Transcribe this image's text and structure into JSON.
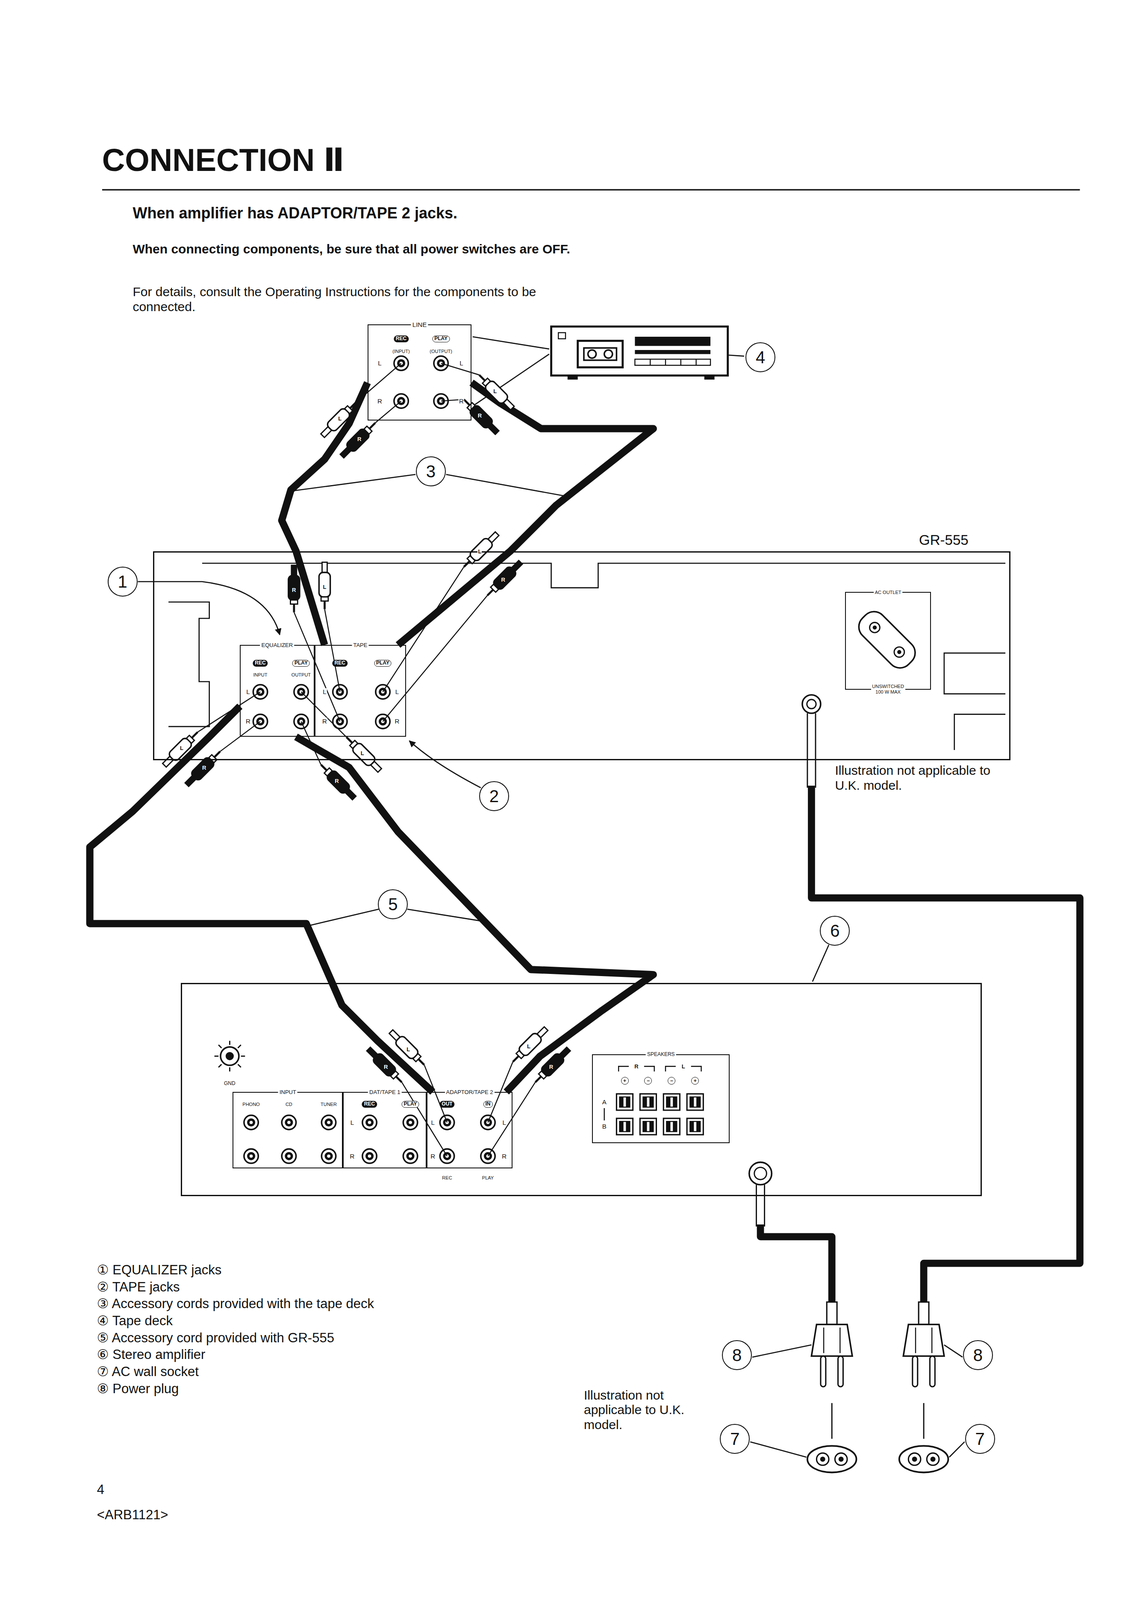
{
  "diagram": {
    "title": "CONNECTION Ⅱ",
    "nodes": [
      {
        "text": [
          "LINE"
        ]
      },
      {
        "text": [
          "GR-555"
        ]
      },
      {
        "text": [
          "EQUALIZER"
        ],
        "in": 1
      },
      {
        "text": [
          "TAPE"
        ],
        "in": 1
      },
      {
        "text": [
          "AC OUTLET",
          "UNSWITCHED 100 W MAX"
        ],
        "in": 1
      },
      {
        "text": [
          "GND"
        ]
      },
      {
        "text": [
          "INPUT"
        ],
        "in": 5
      },
      {
        "text": [
          "DAT/TAPE 1"
        ],
        "in": 5
      },
      {
        "text": [
          "ADAPTOR/TAPE 2"
        ],
        "in": 5
      },
      {
        "text": [
          "SPEAKERS"
        ],
        "in": 5
      }
    ],
    "edges": [
      {
        "from": 0,
        "to": 3,
        "arrow": "none"
      },
      {
        "from": 0,
        "to": 3,
        "arrow": "none"
      },
      {
        "from": 2,
        "to": 8,
        "arrow": "none"
      },
      {
        "from": 2,
        "to": 8,
        "arrow": "none"
      }
    ],
    "labels": [
      "When amplifier has ADAPTOR/TAPE 2 jacks.",
      "When connecting components, be sure that all power switches are OFF.",
      "For details, consult the Operating Instructions for the components to be connected.",
      "REC",
      "PLAY",
      "(INPUT)",
      "(OUTPUT)",
      "L",
      "R",
      "L",
      "R",
      "4",
      "3",
      "L",
      "R",
      "L",
      "R",
      "R",
      "L",
      "L",
      "R",
      "1",
      "REC",
      "PLAY",
      "INPUT",
      "OUTPUT",
      "L",
      "R",
      "REC",
      "PLAY",
      "L",
      "R",
      "L",
      "R",
      "Illustration not applicable to U.K. model.",
      "2",
      "L",
      "R",
      "L",
      "R",
      "5",
      "6",
      "R",
      "L",
      "L",
      "R",
      "PHONO",
      "CD",
      "TUNER",
      "L",
      "R",
      "REC",
      "PLAY",
      "L",
      "R",
      "OUT",
      "IN",
      "L",
      "R",
      "REC",
      "PLAY",
      "R",
      "L",
      "+",
      "−",
      "−",
      "+",
      "A",
      "B",
      "8",
      "8",
      "Illustration not applicable to U.K. model.",
      "7",
      "7",
      "4",
      "<ARB1121>"
    ],
    "legend": [
      {
        "text": "① EQUALIZER jacks"
      },
      {
        "text": "② TAPE jacks"
      },
      {
        "text": "③ Accessory cords provided with the tape deck"
      },
      {
        "text": "④ Tape deck"
      },
      {
        "text": "⑤ Accessory cord provided with GR-555"
      },
      {
        "text": "⑥ Stereo amplifier"
      },
      {
        "text": "⑦ AC wall socket"
      },
      {
        "text": "⑧ Power plug"
      }
    ]
  }
}
